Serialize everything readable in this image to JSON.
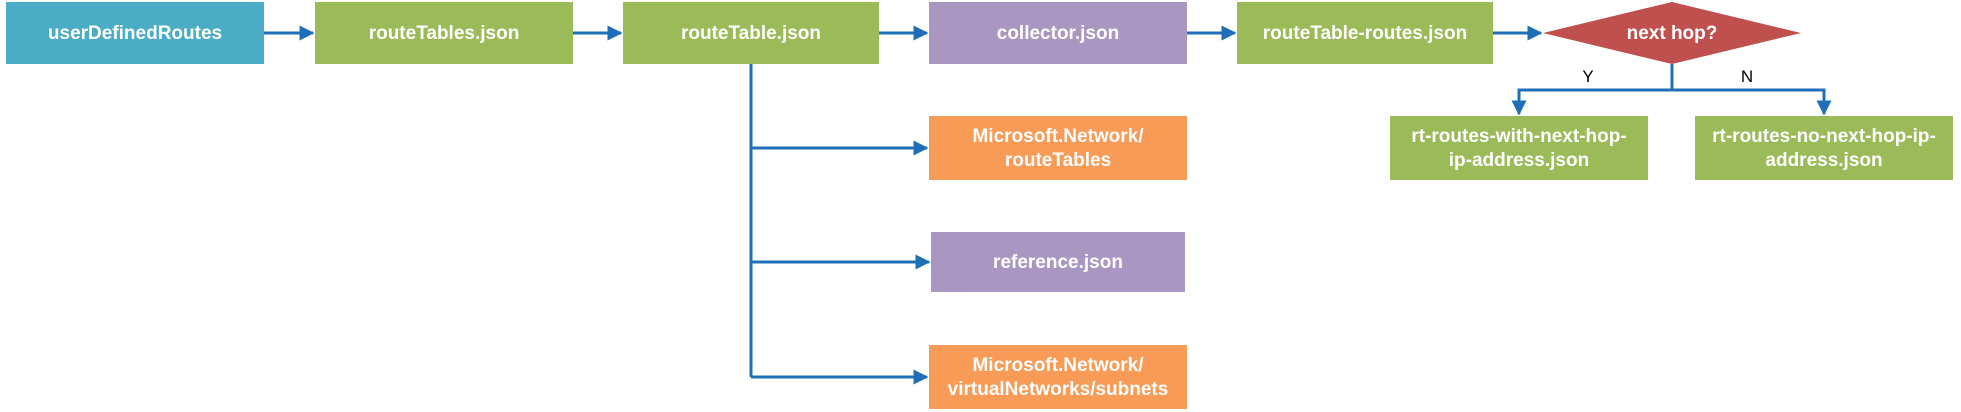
{
  "colors": {
    "blue": "#4bacc6",
    "green": "#9bbb59",
    "purple": "#a997c2",
    "orange": "#f79b56",
    "red": "#c0504d",
    "connector": "#1f6fb8",
    "white": "#ffffff"
  },
  "nodes": {
    "user_defined_routes": {
      "lines": [
        "userDefinedRoutes"
      ],
      "color": "blue"
    },
    "route_tables_json": {
      "lines": [
        "routeTables.json"
      ],
      "color": "green"
    },
    "route_table_json": {
      "lines": [
        "routeTable.json"
      ],
      "color": "green"
    },
    "collector_json": {
      "lines": [
        "collector.json"
      ],
      "color": "purple"
    },
    "route_table_routes_json": {
      "lines": [
        "routeTable-routes.json"
      ],
      "color": "green"
    },
    "next_hop_decision": {
      "lines": [
        "next hop?"
      ],
      "color": "red"
    },
    "rt_routes_with_next_hop": {
      "lines": [
        "rt-routes-with-next-hop-",
        "ip-address.json"
      ],
      "color": "green"
    },
    "rt_routes_no_next_hop": {
      "lines": [
        "rt-routes-no-next-hop-ip-",
        "address.json"
      ],
      "color": "green"
    },
    "ms_network_route_tables": {
      "lines": [
        "Microsoft.Network/",
        "routeTables"
      ],
      "color": "orange"
    },
    "reference_json": {
      "lines": [
        "reference.json"
      ],
      "color": "purple"
    },
    "ms_network_subnets": {
      "lines": [
        "Microsoft.Network/",
        "virtualNetworks/subnets"
      ],
      "color": "orange"
    }
  },
  "edge_labels": {
    "yes": "Y",
    "no": "N"
  }
}
